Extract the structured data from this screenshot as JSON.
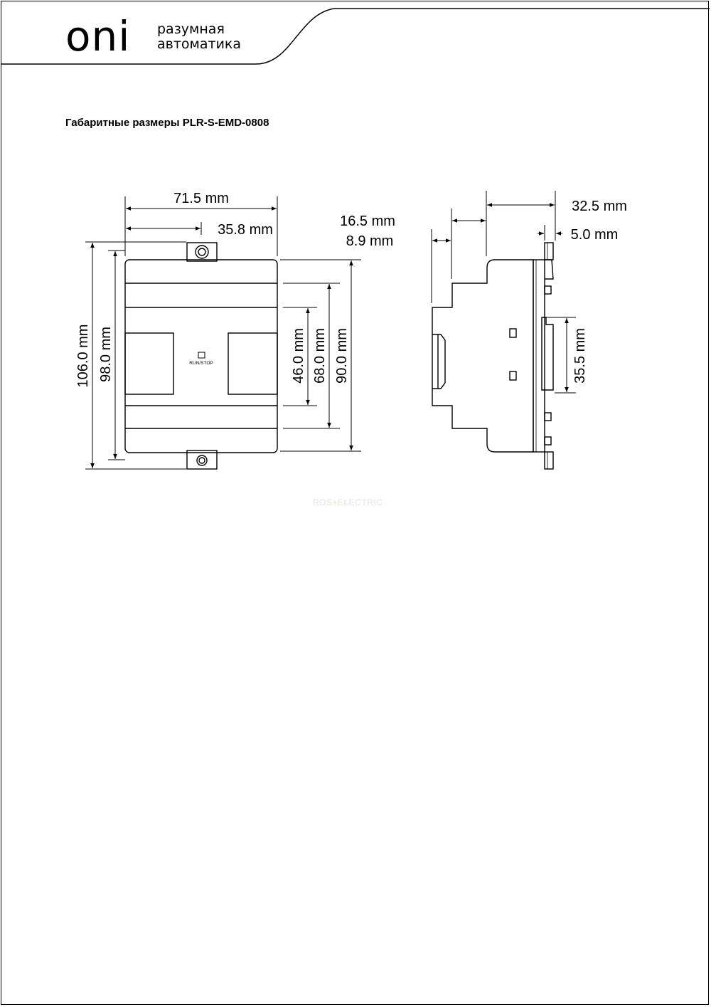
{
  "header": {
    "logo": "oni",
    "tagline_line1": "разумная",
    "tagline_line2": "автоматика"
  },
  "title": "Габаритные размеры PLR-S-EMD-0808",
  "front_view": {
    "width_total": "71.5 mm",
    "width_half": "35.8 mm",
    "height_total": "106.0 mm",
    "height_body": "98.0 mm",
    "height_window": "46.0 mm",
    "height_mid": "68.0 mm",
    "height_outer": "90.0 mm",
    "button_label": "RUN/STOP"
  },
  "side_view": {
    "depth_front": "16.5 mm",
    "depth_step": "8.9 mm",
    "depth_rear": "32.5 mm",
    "rail_thickness": "5.0 mm",
    "rail_height": "35.5 mm"
  },
  "watermark": {
    "left": "ROS",
    "mark": "+",
    "right": "ELECTRIC"
  }
}
